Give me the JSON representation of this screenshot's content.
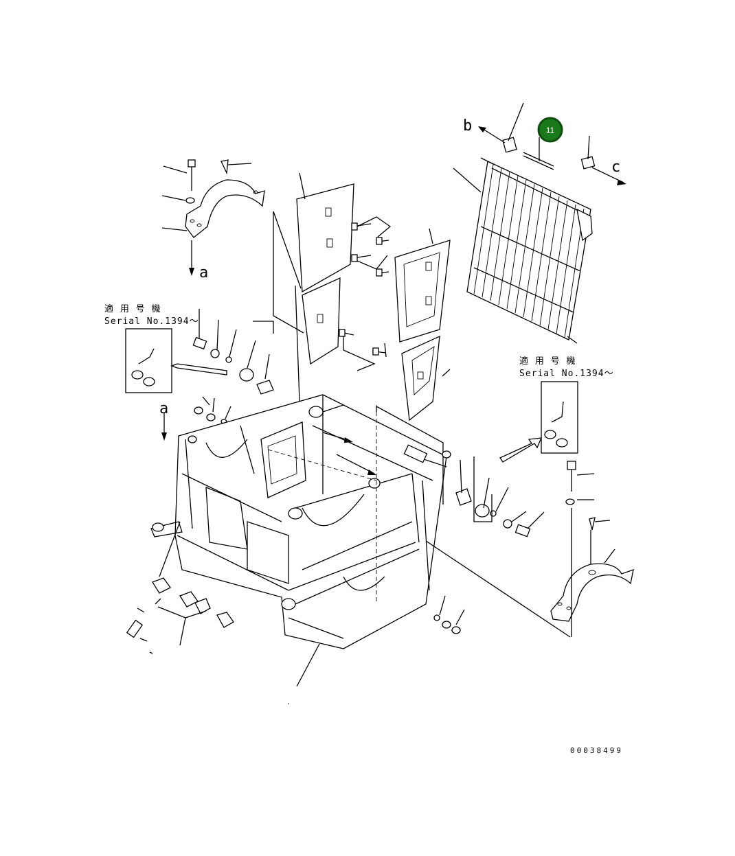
{
  "callout": {
    "number": "11",
    "color": "#1a7a1a",
    "border": "#0d4d0d"
  },
  "view_labels": [
    "b",
    "c",
    "a",
    "a",
    "b",
    "c"
  ],
  "applicability_notes": [
    {
      "line1": "適 用 号 機",
      "line2": "Serial No.1394～"
    },
    {
      "line1": "適 用 号 機",
      "line2": "Serial No.1394～"
    }
  ],
  "drawing_number": "00038499"
}
